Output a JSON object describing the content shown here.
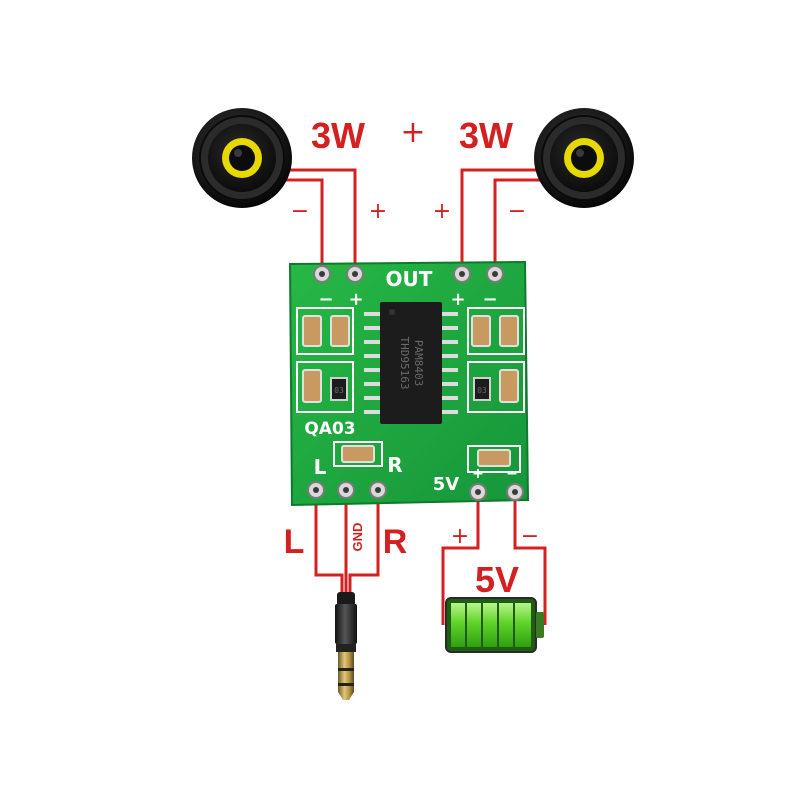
{
  "labels": {
    "left_power": "3W",
    "plus_between": "+",
    "right_power": "3W",
    "left_speaker_minus": "−",
    "left_speaker_plus": "+",
    "right_speaker_plus": "+",
    "right_speaker_minus": "−",
    "input_left": "L",
    "input_gnd": "GND",
    "input_right": "R",
    "supply_plus": "+",
    "supply_minus": "−",
    "supply_voltage": "5V"
  },
  "board": {
    "out_label": "OUT",
    "out_plus": "+",
    "out_minus": "−",
    "out_plus_right": "+",
    "out_minus_right": "−",
    "model": "QA03",
    "pin_l": "L",
    "pin_r": "R",
    "pin_5v": "5V",
    "pin_plus": "+",
    "pin_minus": "−",
    "chip_line1": "PAM8403",
    "chip_line2": "THD95163",
    "cap_code": "03"
  },
  "colors": {
    "wire": "#d42020",
    "pcb": "#1faa3c",
    "chip": "#1c1c1c",
    "speaker_cone": "#e6d800",
    "battery": "#5fd42a"
  },
  "icons": [
    "speaker-icon",
    "audio-jack-icon",
    "battery-icon",
    "amplifier-board"
  ]
}
